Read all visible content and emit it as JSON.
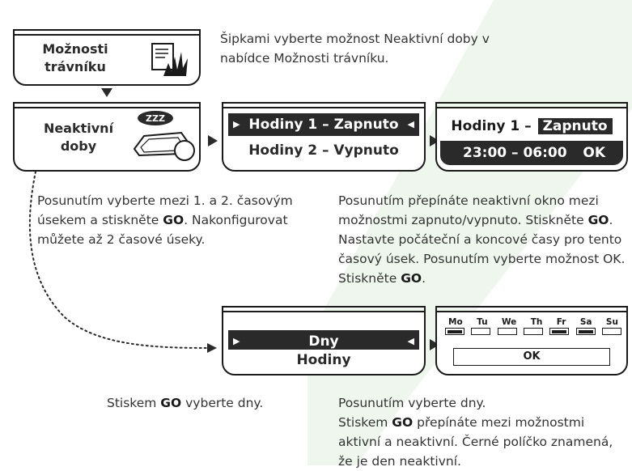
{
  "top": {
    "menu_label_line1": "Možnosti",
    "menu_label_line2": "trávníku",
    "instruction": "Šipkami vyberte možnost Neaktivní doby v nabídce Možnosti trávníku."
  },
  "inactive": {
    "menu_label_line1": "Neaktivní",
    "menu_label_line2": "doby",
    "bubble_text": "ZZZ"
  },
  "hours_select": {
    "row1": "Hodiny 1 – Zapnuto",
    "row2": "Hodiny 2 – Vypnuto"
  },
  "hours_config": {
    "title_prefix": "Hodiny 1 –",
    "title_value": "Zapnuto",
    "time_range": "23:00 – 06:00",
    "ok": "OK"
  },
  "desc_middle_left": {
    "part1": "Posunutím vyberte mezi 1. a 2. časovým úsekem a stiskněte ",
    "go": "GO",
    "part2": ". Nakonfigurovat můžete až 2 časové úseky."
  },
  "desc_middle_right": {
    "part1": "Posunutím přepínáte neaktivní okno mezi možnostmi zapnuto/vypnuto. Stiskněte ",
    "go1": "GO",
    "part2": ". Nastavte počáteční a koncové časy pro tento časový úsek. Posunutím vyberte možnost OK. Stiskněte ",
    "go2": "GO",
    "part3": "."
  },
  "days_select": {
    "row1": "Dny",
    "row2": "Hodiny"
  },
  "days_grid": {
    "days": [
      {
        "label": "Mo",
        "inactive": true
      },
      {
        "label": "Tu",
        "inactive": false
      },
      {
        "label": "We",
        "inactive": false
      },
      {
        "label": "Th",
        "inactive": false
      },
      {
        "label": "Fr",
        "inactive": true
      },
      {
        "label": "Sa",
        "inactive": true
      },
      {
        "label": "Su",
        "inactive": false
      }
    ],
    "ok": "OK"
  },
  "desc_bottom_left": {
    "part1": "Stiskem ",
    "go": "GO",
    "part2": " vyberte dny."
  },
  "desc_bottom_right": {
    "line1": "Posunutím vyberte dny.",
    "part1": "Stiskem ",
    "go": "GO",
    "part2": " přepínáte mezi možnostmi aktivní a neaktivní. Černé políčko znamená, že je den neaktivní."
  },
  "colors": {
    "dark": "#2a2a2a",
    "watermark": "#eef6ee"
  }
}
